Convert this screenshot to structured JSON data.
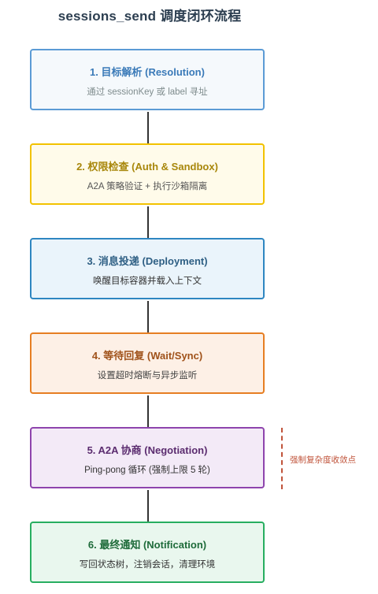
{
  "title": "sessions_send 调度闭环流程",
  "steps": [
    {
      "title": "1. 目标解析 (Resolution)",
      "desc": "通过 sessionKey 或 label 寻址",
      "border": "#5b9bd5",
      "bg": "#f5f9fc",
      "title_color": "#3a7ab8",
      "desc_color": "#7f8c8d"
    },
    {
      "title": "2. 权限检查 (Auth & Sandbox)",
      "desc": "A2A 策略验证 + 执行沙箱隔离",
      "border": "#f2c200",
      "bg": "#fffbea",
      "title_color": "#a8870b",
      "desc_color": "#555555"
    },
    {
      "title": "3. 消息投递 (Deployment)",
      "desc": "唤醒目标容器并载入上下文",
      "border": "#2e86c1",
      "bg": "#eaf4fb",
      "title_color": "#2e5f84",
      "desc_color": "#333333"
    },
    {
      "title": "4. 等待回复 (Wait/Sync)",
      "desc": "设置超时熔断与异步监听",
      "border": "#e67e22",
      "bg": "#fdf0e6",
      "title_color": "#a0521a",
      "desc_color": "#444444"
    },
    {
      "title": "5. A2A 协商 (Negotiation)",
      "desc": "Ping-pong 循环 (强制上限 5 轮)",
      "border": "#8e44ad",
      "bg": "#f3eaf7",
      "title_color": "#5b2c6f",
      "desc_color": "#333333"
    },
    {
      "title": "6. 最终通知 (Notification)",
      "desc": "写回状态树，注销会话，清理环境",
      "border": "#27ae60",
      "bg": "#e9f7ee",
      "title_color": "#1e6b3a",
      "desc_color": "#333333"
    }
  ],
  "side_note": {
    "text": "强制复杂度收敛点",
    "color": "#c0533a"
  }
}
